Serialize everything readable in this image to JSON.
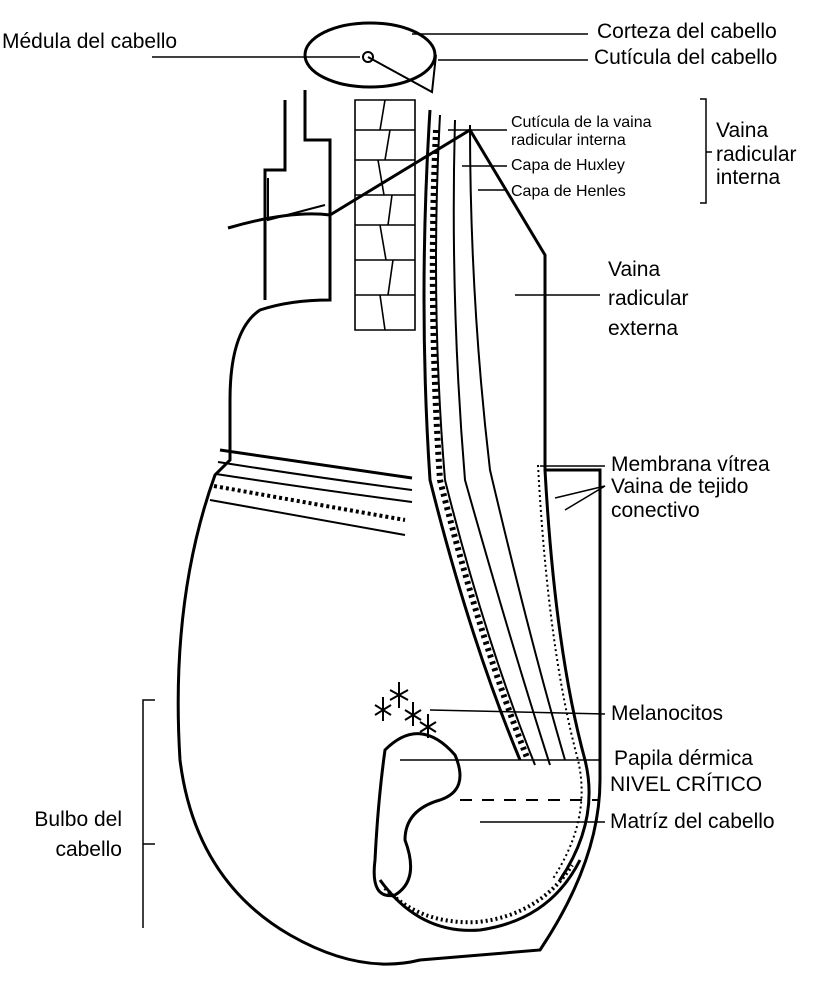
{
  "labels": {
    "medula": "Médula del cabello",
    "corteza": "Corteza del cabello",
    "cuticula": "Cutícula del cabello",
    "cuticula_vaina": "Cutícula de la vaina radicular interna",
    "huxley": "Capa de Huxley",
    "henles": "Capa de Henles",
    "vaina_interna": "Vaina radicular interna",
    "vaina_externa": "Vaina radicular externa",
    "membrana": "Membrana vítrea",
    "tejido": "Vaina de tejido conectivo",
    "melanocitos": "Melanocitos",
    "papila": "Papila dérmica",
    "nivel": "NIVEL CRÍTICO",
    "matriz": "Matríz del cabello",
    "bulbo": "Bulbo del cabello"
  }
}
